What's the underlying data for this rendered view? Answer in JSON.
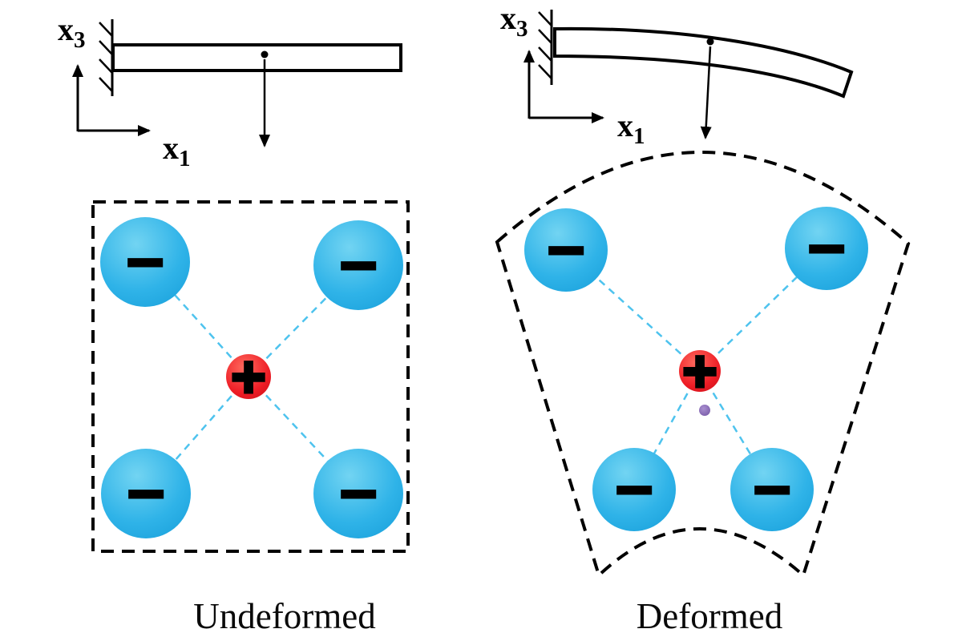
{
  "figure": {
    "description": "Flexoelectric charge separation under bending: undeformed vs deformed cantilever beam unit cells"
  },
  "axis": {
    "base": "x",
    "sub_vertical": "3",
    "sub_horizontal": "1"
  },
  "panels": {
    "undeformed": {
      "caption": "Undeformed",
      "negative_charge_count": 4,
      "positive_charge_count": 1
    },
    "deformed": {
      "caption": "Deformed",
      "negative_charge_count": 4,
      "positive_charge_count": 1
    }
  },
  "symbols": {
    "minus": "−",
    "plus": "+"
  },
  "colors": {
    "negative_charge_fill": "#29abe2",
    "positive_charge_fill": "#ee1c25",
    "bond_dashed_line": "#4ec3ee",
    "outline_black": "#000000",
    "offset_dot_purple": "#7d5fa8",
    "background": "#ffffff"
  }
}
